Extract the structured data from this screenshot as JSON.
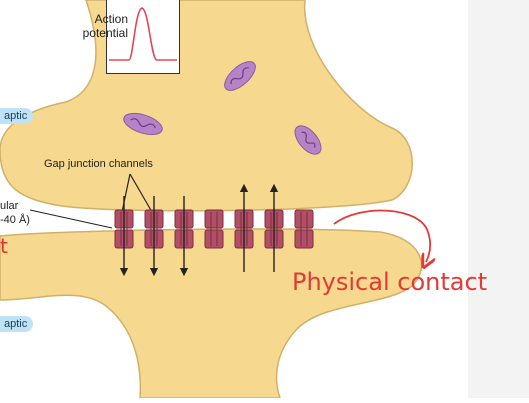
{
  "labels": {
    "action_potential": "Action\npotential",
    "gap_junction": "Gap junction channels",
    "intercellular": "ular",
    "gap_size": "-40 Å)",
    "presynaptic": "aptic",
    "postsynaptic": "aptic",
    "red_mark": "t",
    "annotation": "Physical contact"
  },
  "colors": {
    "cell": "#f6d88e",
    "cell_outline": "#d2b06a",
    "channel": "#b24f67",
    "mitochondria": "#b783c7",
    "annotation": "#e53935",
    "trace": "#e0485a"
  },
  "channels": [
    {
      "arrow": "down"
    },
    {
      "arrow": "down"
    },
    {
      "arrow": "down"
    },
    {
      "arrow": "none"
    },
    {
      "arrow": "up"
    },
    {
      "arrow": "up"
    },
    {
      "arrow": "none"
    }
  ]
}
